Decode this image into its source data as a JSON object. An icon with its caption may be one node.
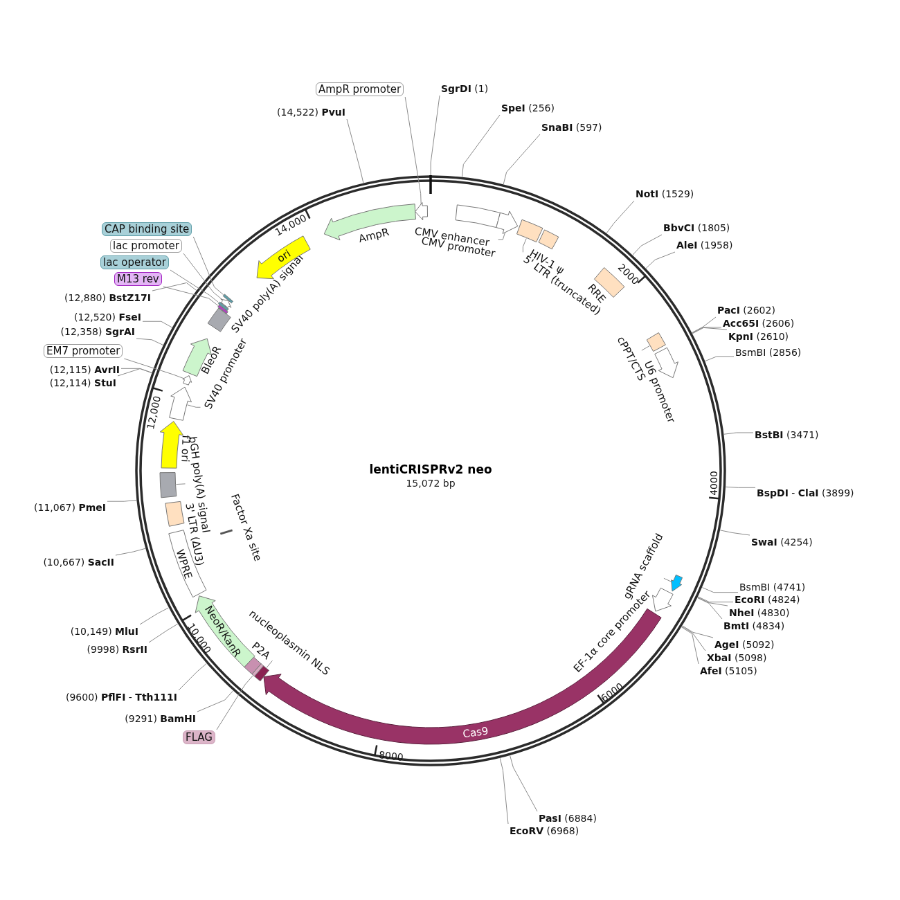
{
  "diagram": {
    "title": "lentiCRISPRv2 neo",
    "nodes": [
      {
        "text": [],
        "shape": "arrow"
      },
      {
        "text": [
          "AmpR"
        ]
      },
      {
        "text": [
          "CMV enhancer"
        ]
      },
      {
        "text": [],
        "shape": "arrow"
      },
      {
        "text": [],
        "shape": "box"
      },
      {
        "text": [
          "HIV-1 ψ"
        ]
      },
      {
        "text": [
          "RRE"
        ]
      },
      {
        "text": [],
        "shape": "box"
      },
      {
        "text": [
          "U6 promoter"
        ]
      },
      {
        "text": [],
        "shape": "arrow"
      },
      {
        "text": [
          "EF-1α core promoter"
        ]
      },
      {
        "text": [
          "Cas9"
        ]
      },
      {
        "text": [],
        "shape": "box"
      },
      {
        "text": [],
        "shape": "box"
      },
      {
        "text": [
          "P2A"
        ]
      },
      {
        "text": [
          "NeoR/KanR"
        ]
      },
      {
        "text": [
          "WPRE"
        ]
      },
      {
        "text": [
          "3' LTR (ΔU3)"
        ]
      },
      {
        "text": [],
        "shape": "box"
      },
      {
        "text": [
          "f1 ori"
        ]
      },
      {
        "text": [],
        "shape": "arrow"
      },
      {
        "text": [],
        "shape": "arrow"
      },
      {
        "text": [
          "BleoR"
        ]
      },
      {
        "text": [
          "SV40 poly(A) signal"
        ]
      },
      {
        "text": [],
        "shape": "box"
      },
      {
        "text": [],
        "shape": "box"
      },
      {
        "text": [],
        "shape": "arrow"
      },
      {
        "text": [],
        "shape": "box"
      },
      {
        "text": [
          "ori"
        ]
      },
      {
        "text": [
          "Factor Xa site"
        ]
      },
      {
        "text": [
          "AmpR promoter"
        ]
      },
      {
        "text": [
          "CMV promoter"
        ]
      },
      {
        "text": [
          "5' LTR (truncated)"
        ]
      },
      {
        "text": [
          "cPPT/CTS"
        ]
      },
      {
        "text": [
          "gRNA scaffold"
        ]
      },
      {
        "text": [
          "nucleoplasmin NLS"
        ]
      },
      {
        "text": [
          "FLAG"
        ]
      },
      {
        "text": [
          "bGH poly(A) signal"
        ]
      },
      {
        "text": [
          "SV40 promoter"
        ]
      },
      {
        "text": [
          "EM7 promoter"
        ]
      },
      {
        "text": [
          "M13 rev"
        ]
      },
      {
        "text": [
          "lac operator"
        ]
      },
      {
        "text": [
          "lac promoter"
        ]
      },
      {
        "text": [
          "CAP binding site"
        ]
      },
      {
        "text": [
          "**SgrDI** (1)"
        ]
      },
      {
        "text": [
          "**SpeI** (256)"
        ]
      },
      {
        "text": [
          "**SnaBI** (597)"
        ]
      },
      {
        "text": [
          "**NotI** (1529)"
        ]
      },
      {
        "text": [
          "**BbvCI** (1805)"
        ]
      },
      {
        "text": [
          "**AleI** (1958)"
        ]
      },
      {
        "text": [
          "**PacI** (2602)"
        ]
      },
      {
        "text": [
          "**Acc65I** (2606)"
        ]
      },
      {
        "text": [
          "**KpnI** (2610)"
        ]
      },
      {
        "text": [
          "BsmBI (2856)"
        ]
      },
      {
        "text": [
          "**BstBI** (3471)"
        ]
      },
      {
        "text": [
          "**BspDI** - **ClaI** (3899)"
        ]
      },
      {
        "text": [
          "**SwaI** (4254)"
        ]
      },
      {
        "text": [
          "BsmBI (4741)"
        ]
      },
      {
        "text": [
          "**EcoRI** (4824)"
        ]
      },
      {
        "text": [
          "**NheI** (4830)"
        ]
      },
      {
        "text": [
          "**BmtI** (4834)"
        ]
      },
      {
        "text": [
          "**AgeI** (5092)"
        ]
      },
      {
        "text": [
          "**XbaI** (5098)"
        ]
      },
      {
        "text": [
          "**AfeI** (5105)"
        ]
      },
      {
        "text": [
          "**PasI** (6884)"
        ]
      },
      {
        "text": [
          "**EcoRV** (6968)"
        ]
      },
      {
        "text": [
          "(9291) **BamHI**"
        ]
      },
      {
        "text": [
          "(9600) **PflFI** - **Tth111I**"
        ]
      },
      {
        "text": [
          "(9998) **RsrII**"
        ]
      },
      {
        "text": [
          "(10,149) **MluI**"
        ]
      },
      {
        "text": [
          "(10,667) **SacII**"
        ]
      },
      {
        "text": [
          "(11,067) **PmeI**"
        ]
      },
      {
        "text": [
          "(12,114) **StuI**"
        ]
      },
      {
        "text": [
          "(12,115) **AvrII**"
        ]
      },
      {
        "text": [
          "(12,358) **SgrAI**"
        ]
      },
      {
        "text": [
          "(12,520) **FseI**"
        ]
      },
      {
        "text": [
          "(12,880) **BstZ17I**"
        ]
      },
      {
        "text": [
          "(14,522) **PvuI**"
        ]
      }
    ],
    "edges": [
      {
        "from": 30,
        "to": 0,
        "arrow": "none"
      },
      {
        "from": 31,
        "to": 3,
        "arrow": "none"
      },
      {
        "from": 32,
        "to": 4,
        "arrow": "none"
      },
      {
        "from": 33,
        "to": 7,
        "arrow": "none"
      },
      {
        "from": 34,
        "to": 9,
        "arrow": "none"
      },
      {
        "from": 35,
        "to": 12,
        "arrow": "none"
      },
      {
        "from": 36,
        "to": 13,
        "arrow": "none"
      },
      {
        "from": 37,
        "to": 18,
        "arrow": "none"
      },
      {
        "from": 38,
        "to": 20,
        "arrow": "none"
      },
      {
        "from": 39,
        "to": 21,
        "arrow": "none"
      },
      {
        "from": 40,
        "to": 24,
        "arrow": "none"
      },
      {
        "from": 41,
        "to": 25,
        "arrow": "none"
      },
      {
        "from": 42,
        "to": 26,
        "arrow": "none"
      },
      {
        "from": 43,
        "to": 27,
        "arrow": "none"
      },
      {
        "from": 44,
        "to": null,
        "arrow": "none"
      },
      {
        "from": 45,
        "to": null,
        "arrow": "none"
      },
      {
        "from": 46,
        "to": null,
        "arrow": "none"
      },
      {
        "from": 47,
        "to": null,
        "arrow": "none"
      },
      {
        "from": 48,
        "to": null,
        "arrow": "none"
      },
      {
        "from": 49,
        "to": null,
        "arrow": "none"
      },
      {
        "from": 50,
        "to": null,
        "arrow": "none"
      },
      {
        "from": 51,
        "to": null,
        "arrow": "none"
      },
      {
        "from": 52,
        "to": null,
        "arrow": "none"
      },
      {
        "from": 53,
        "to": null,
        "arrow": "none"
      },
      {
        "from": 54,
        "to": null,
        "arrow": "none"
      },
      {
        "from": 55,
        "to": null,
        "arrow": "none"
      },
      {
        "from": 56,
        "to": null,
        "arrow": "none"
      },
      {
        "from": 57,
        "to": null,
        "arrow": "none"
      },
      {
        "from": 58,
        "to": null,
        "arrow": "none"
      },
      {
        "from": 59,
        "to": null,
        "arrow": "none"
      },
      {
        "from": 60,
        "to": null,
        "arrow": "none"
      },
      {
        "from": 61,
        "to": null,
        "arrow": "none"
      },
      {
        "from": 62,
        "to": null,
        "arrow": "none"
      },
      {
        "from": 63,
        "to": null,
        "arrow": "none"
      },
      {
        "from": 64,
        "to": null,
        "arrow": "none"
      },
      {
        "from": 65,
        "to": null,
        "arrow": "none"
      },
      {
        "from": 66,
        "to": null,
        "arrow": "none"
      },
      {
        "from": 67,
        "to": null,
        "arrow": "none"
      },
      {
        "from": 68,
        "to": null,
        "arrow": "none"
      },
      {
        "from": 69,
        "to": null,
        "arrow": "none"
      },
      {
        "from": 70,
        "to": null,
        "arrow": "none"
      },
      {
        "from": 71,
        "to": null,
        "arrow": "none"
      },
      {
        "from": 72,
        "to": null,
        "arrow": "none"
      },
      {
        "from": 73,
        "to": null,
        "arrow": "none"
      },
      {
        "from": 74,
        "to": null,
        "arrow": "none"
      },
      {
        "from": 75,
        "to": null,
        "arrow": "none"
      },
      {
        "from": 76,
        "to": null,
        "arrow": "none"
      },
      {
        "from": 77,
        "to": null,
        "arrow": "none"
      }
    ],
    "labels": [
      "15,072 bp",
      "14,000",
      "2000",
      "4000",
      "6000",
      "8000",
      "10,000",
      "12,000"
    ]
  }
}
